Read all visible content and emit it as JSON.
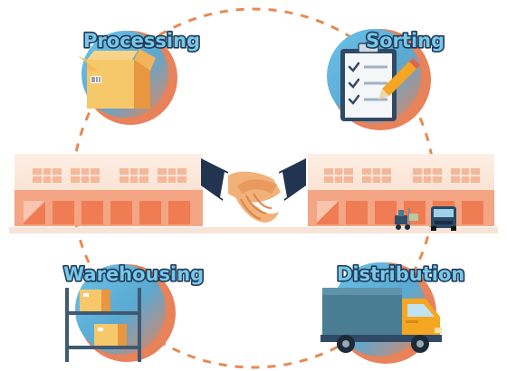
{
  "diagram": {
    "labels": {
      "processing": "Processing",
      "sorting": "Sorting",
      "warehousing": "Warehousing",
      "distribution": "Distribution"
    },
    "colors": {
      "dashed_ring": "#e58a54",
      "circle_gradient_light": "#5bb5dd",
      "circle_gradient_dark": "#f08a5d",
      "building_roof": "#fbe4d6",
      "building_wall": "#f1a988",
      "handshake_skin": "#f2b179",
      "suit_navy": "#22344f",
      "truck_cab": "#f5a623",
      "truck_box": "#4a7d94"
    },
    "icons": {
      "processing": "cardboard-box-icon",
      "sorting": "clipboard-checklist-icon",
      "warehousing": "storage-shelf-icon",
      "distribution": "delivery-truck-icon",
      "center": "handshake-icon"
    }
  }
}
